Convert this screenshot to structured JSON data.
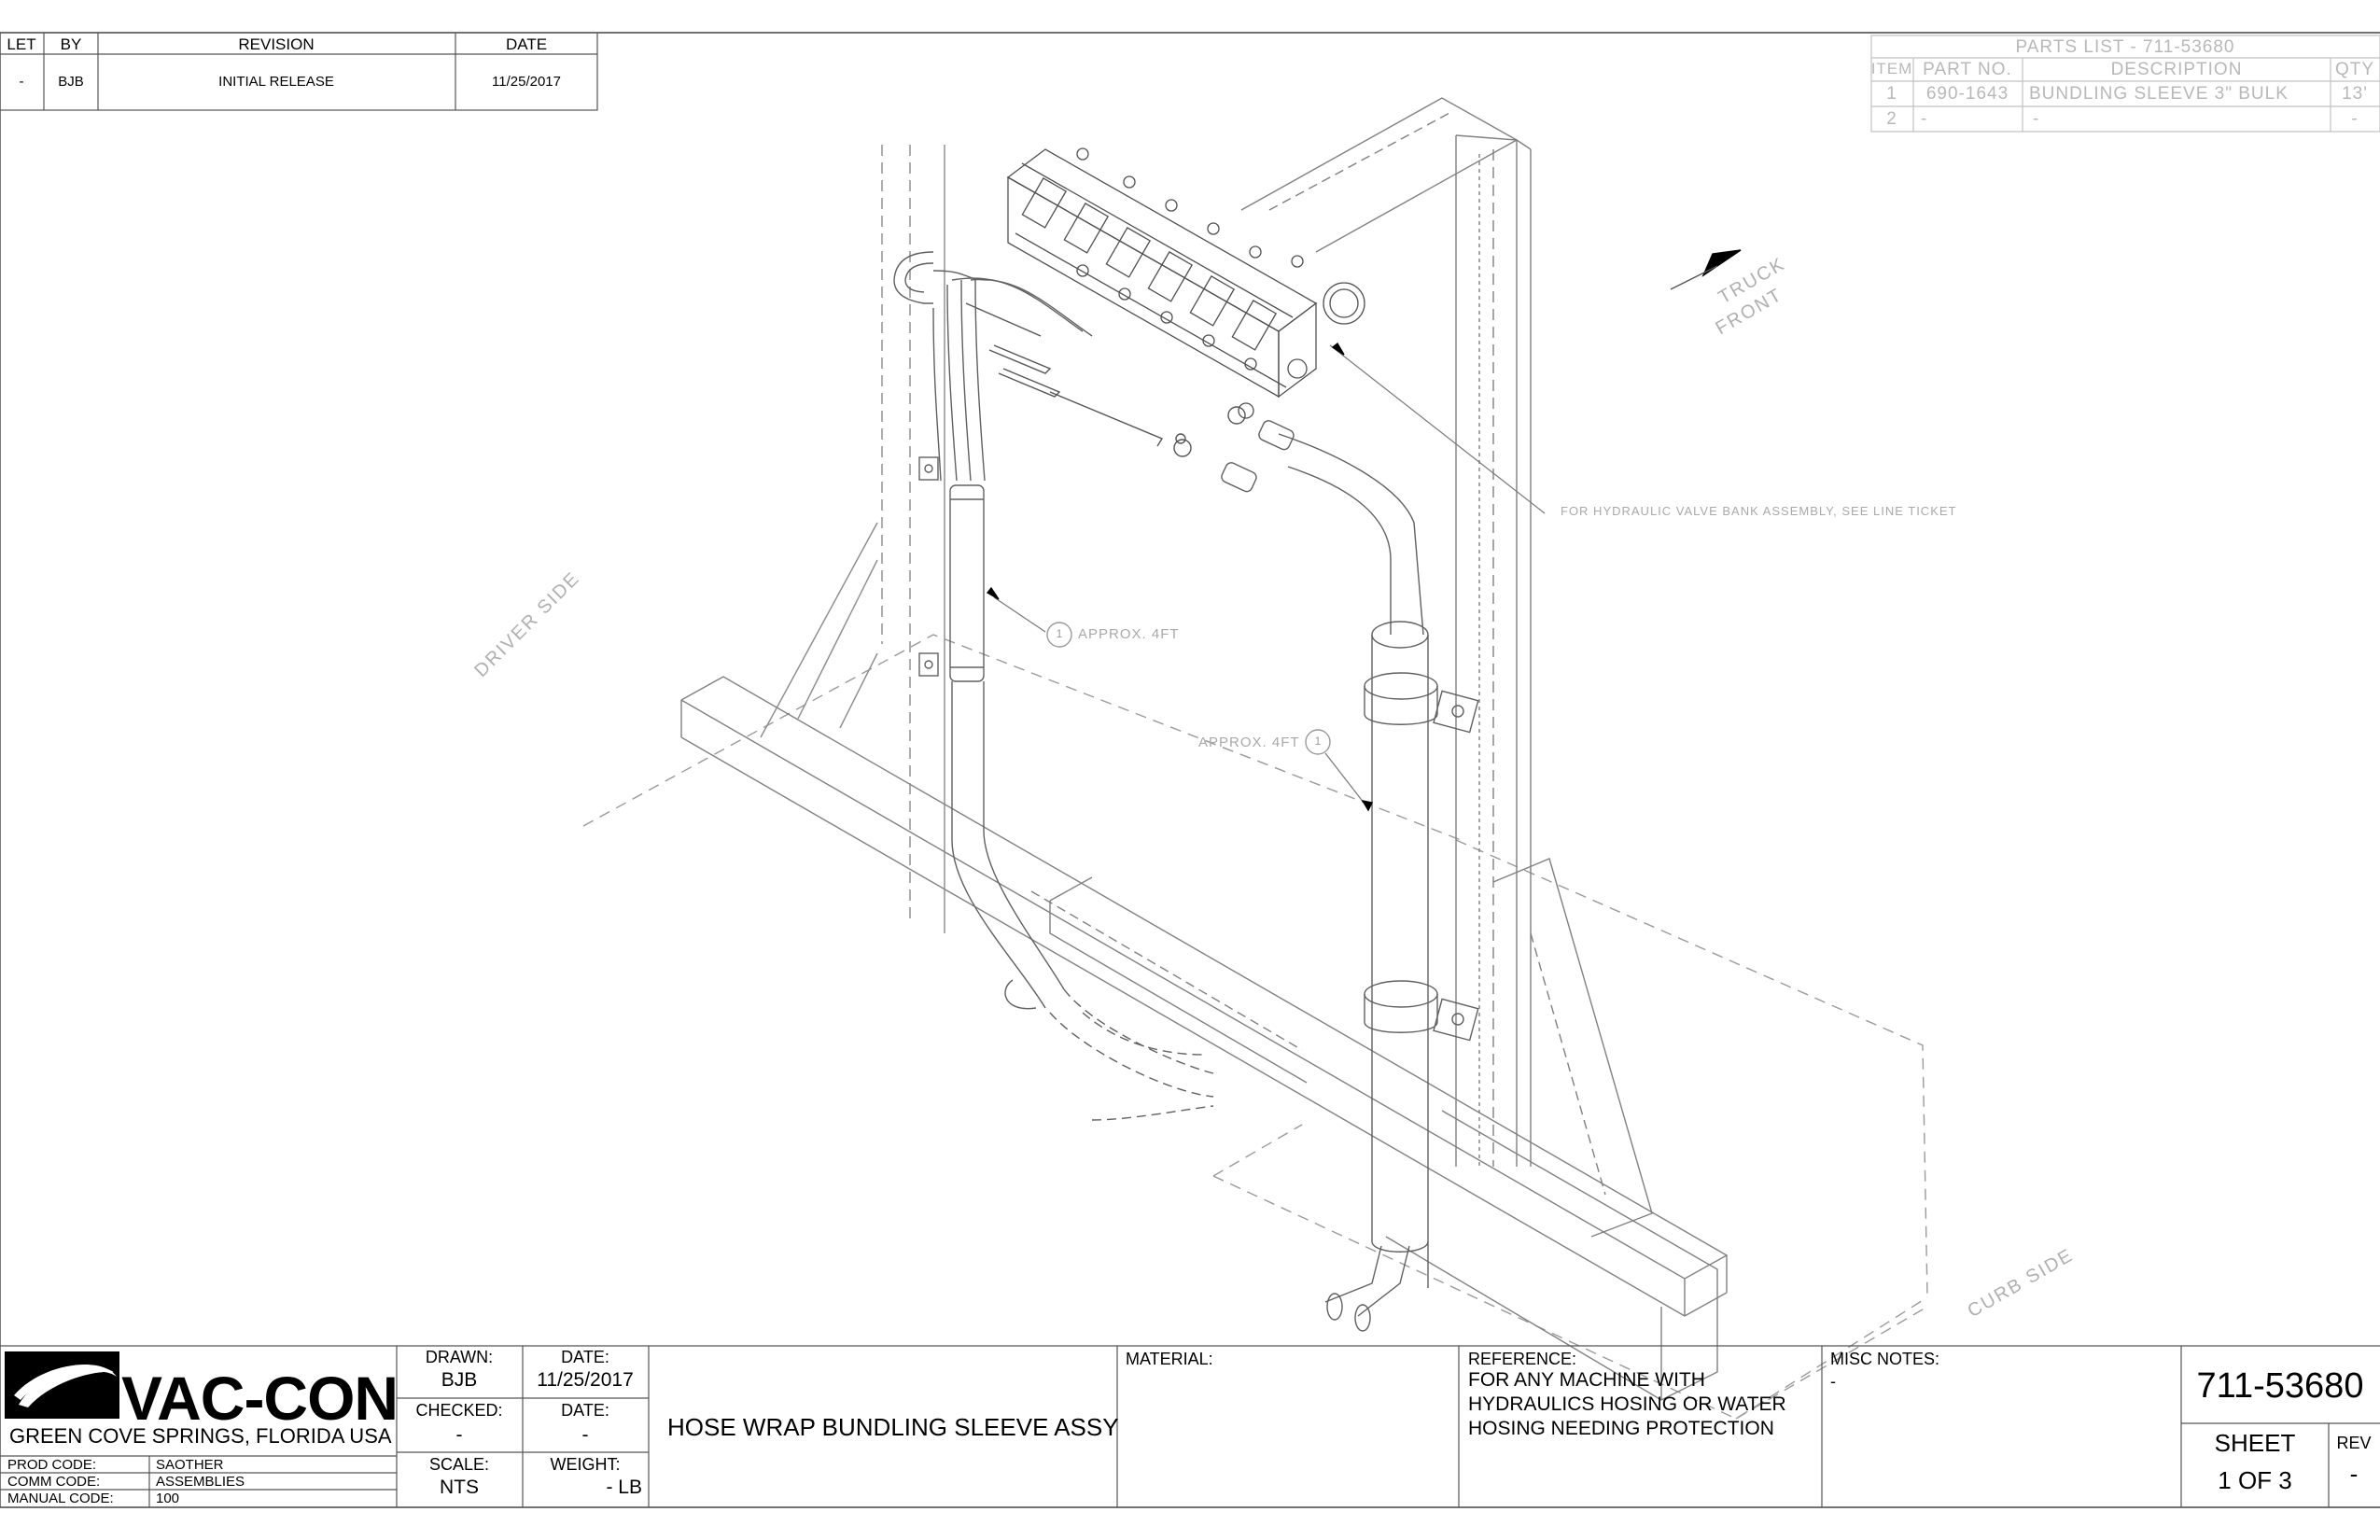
{
  "revision_block": {
    "headers": {
      "let": "LET",
      "by": "BY",
      "revision": "REVISION",
      "date": "DATE"
    },
    "row": {
      "let": "-",
      "by": "BJB",
      "revision": "INITIAL RELEASE",
      "date": "11/25/2017"
    }
  },
  "parts_list": {
    "title": "PARTS LIST - 711-53680",
    "headers": {
      "item": "ITEM",
      "part_no": "PART NO.",
      "description": "DESCRIPTION",
      "qty": "QTY"
    },
    "rows": [
      {
        "item": "1",
        "part_no": "690-1643",
        "description": "BUNDLING SLEEVE 3\" BULK",
        "qty": "13'"
      },
      {
        "item": "2",
        "part_no": "-",
        "description": "-",
        "qty": "-"
      }
    ]
  },
  "drawing_notes": {
    "truck_front_line1": "TRUCK",
    "truck_front_line2": "FRONT",
    "driver_side": "DRIVER SIDE",
    "curb_side": "CURB SIDE",
    "valve_bank_note": "FOR HYDRAULIC VALVE BANK ASSEMBLY, SEE LINE TICKET",
    "callout_left": "APPROX. 4FT",
    "callout_right": "APPROX. 4FT",
    "balloon_number": "1"
  },
  "title_block": {
    "company": "VAC-CON",
    "location": "GREEN COVE SPRINGS, FLORIDA USA",
    "prod_code_label": "PROD CODE:",
    "prod_code": "SAOTHER",
    "comm_code_label": "COMM CODE:",
    "comm_code": "ASSEMBLIES",
    "manual_code_label": "MANUAL CODE:",
    "manual_code": "100",
    "drawn_label": "DRAWN:",
    "drawn": "BJB",
    "date_label": "DATE:",
    "drawn_date": "11/25/2017",
    "checked_label": "CHECKED:",
    "checked": "-",
    "date2_label": "DATE:",
    "checked_date": "-",
    "scale_label": "SCALE:",
    "scale": "NTS",
    "weight_label": "WEIGHT:",
    "weight": "- LB",
    "title": "HOSE WRAP BUNDLING SLEEVE ASSY",
    "material_label": "MATERIAL:",
    "material": "",
    "reference_label": "REFERENCE:",
    "reference_line1": "FOR ANY MACHINE WITH",
    "reference_line2": "HYDRAULICS HOSING OR WATER",
    "reference_line3": "HOSING NEEDING PROTECTION",
    "misc_label": "MISC NOTES:",
    "misc": "-",
    "part_number": "711-53680",
    "sheet_label": "SHEET",
    "sheet": "1 OF 3",
    "rev_label": "REV",
    "rev": "-"
  }
}
